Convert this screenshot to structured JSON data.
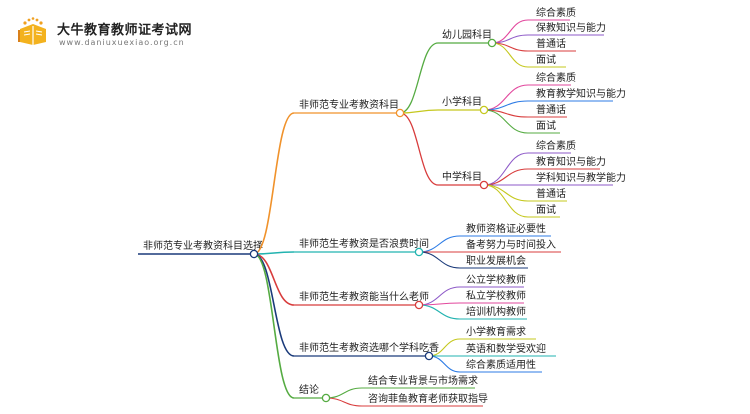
{
  "brand": {
    "site_name": "大牛教育教师证考试网",
    "site_url": "www.daniuxuexiao.org.cn",
    "logo_icon": "graduation-cap-book-icon"
  },
  "colors": {
    "orange": "#f0922b",
    "green": "#55ab42",
    "olive": "#c5c81e",
    "red": "#d83c3c",
    "blue": "#2c7be5",
    "teal": "#22b3b0",
    "purple": "#8e5ac8",
    "pink": "#e2479d",
    "navy": "#1a3a7a"
  },
  "mindmap": {
    "root": "非师范专业考教资科目选择",
    "branches": [
      {
        "label": "非师范专业考教资科目",
        "children": [
          {
            "label": "幼儿园科目",
            "children": [
              "综合素质",
              "保教知识与能力",
              "普通话",
              "面试"
            ]
          },
          {
            "label": "小学科目",
            "children": [
              "综合素质",
              "教育教学知识与能力",
              "普通话",
              "面试"
            ]
          },
          {
            "label": "中学科目",
            "children": [
              "综合素质",
              "教育知识与能力",
              "学科知识与教学能力",
              "普通话",
              "面试"
            ]
          }
        ]
      },
      {
        "label": "非师范生考教资是否浪费时间",
        "children": [
          "教师资格证必要性",
          "备考努力与时间投入",
          "职业发展机会"
        ]
      },
      {
        "label": "非师范生考教资能当什么老师",
        "children": [
          "公立学校教师",
          "私立学校教师",
          "培训机构教师"
        ]
      },
      {
        "label": "非师范生考教资选哪个学科吃香",
        "children": [
          "小学教育需求",
          "英语和数学受欢迎",
          "综合素质适用性"
        ]
      },
      {
        "label": "结论",
        "children": [
          "结合专业背景与市场需求",
          "咨询菲鱼教育老师获取指导"
        ]
      }
    ]
  }
}
